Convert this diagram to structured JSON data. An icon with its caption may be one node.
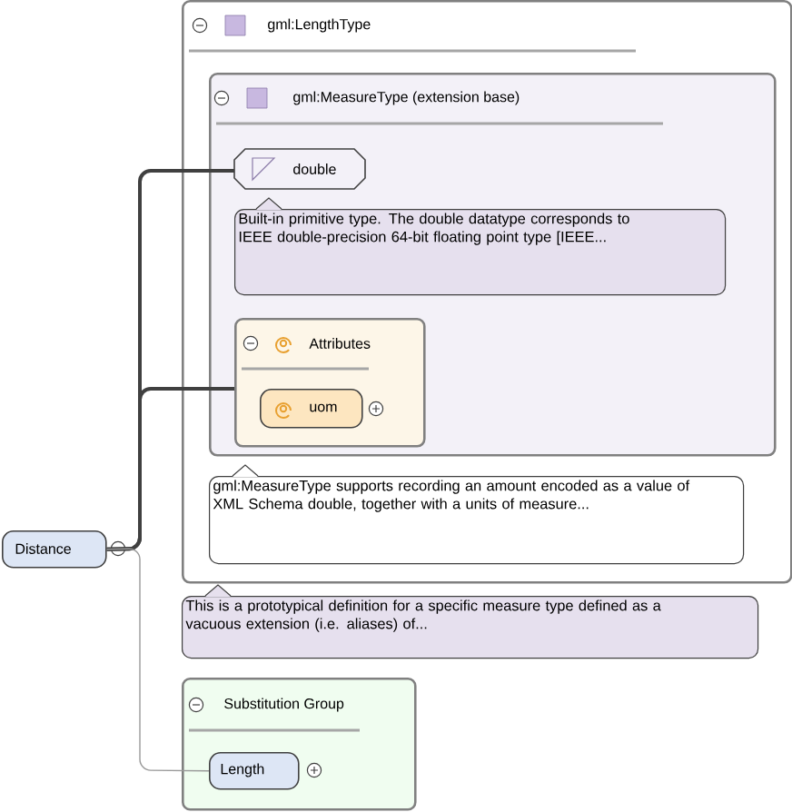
{
  "diagram": {
    "nodes": [
      {
        "text": [
          "Distance"
        ]
      },
      {
        "text": [
          "gml:LengthType"
        ]
      },
      {
        "text": [
          "gml:MeasureType (extension base)"
        ],
        "in": 1
      },
      {
        "text": [
          "double"
        ],
        "in": 2
      },
      {
        "text": [
          "Built-in primitive type. The double datatype corresponds to IEEE double-precision 64-bit floating point type [IEEE..."
        ],
        "in": 2
      },
      {
        "text": [
          "Attributes"
        ],
        "in": 2
      },
      {
        "text": [
          "uom"
        ],
        "in": 5
      },
      {
        "text": [
          "gml:MeasureType supports recording an amount encoded as a value of XML Schema double, together with a units of measure..."
        ],
        "in": 1
      },
      {
        "text": [
          "This is a prototypical definition for a specific measure type defined as a vacuous extension (i.e. aliases) of..."
        ]
      },
      {
        "text": [
          "Substitution Group"
        ]
      },
      {
        "text": [
          "Length"
        ],
        "in": 9
      }
    ],
    "edges": [
      {
        "from": 0,
        "to": 3,
        "arrow": "none"
      },
      {
        "from": 0,
        "to": 5,
        "arrow": "none"
      },
      {
        "from": 0,
        "to": 10,
        "arrow": "none",
        "color": "#999999"
      }
    ]
  }
}
